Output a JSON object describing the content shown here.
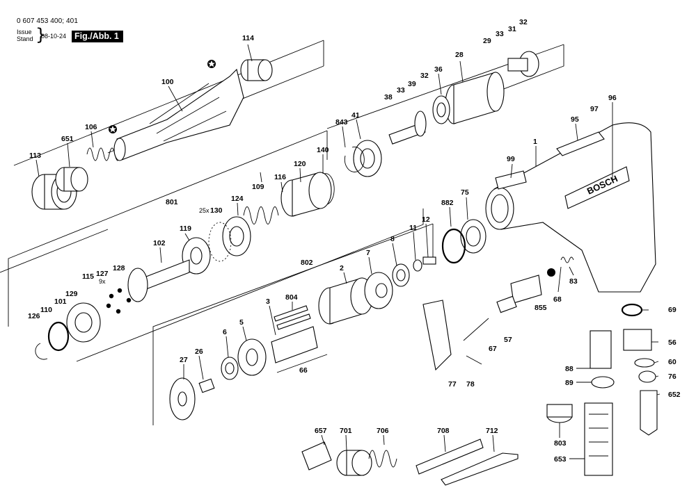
{
  "header": {
    "part_number": "0 607 453 400; 401",
    "issue_label": "Issue",
    "stand_label": "Stand",
    "date": "08-10-24",
    "figure_label": "Fig./Abb. 1"
  },
  "brand_logo": "BOSCH",
  "quantity_notes": {
    "balls": "25x",
    "rollers": "9x"
  },
  "callouts": [
    "114",
    "100",
    "106",
    "651",
    "113",
    "32",
    "31",
    "33",
    "29",
    "28",
    "36",
    "32",
    "39",
    "33",
    "38",
    "843",
    "41",
    "140",
    "120",
    "116",
    "109",
    "124",
    "130",
    "801",
    "119",
    "102",
    "97",
    "95",
    "96",
    "99",
    "1",
    "882",
    "75",
    "12",
    "11",
    "8",
    "7",
    "802",
    "2",
    "804",
    "3",
    "5",
    "6",
    "66",
    "26",
    "27",
    "115",
    "127",
    "128",
    "129",
    "101",
    "126",
    "110",
    "69",
    "56",
    "60",
    "76",
    "652",
    "88",
    "89",
    "803",
    "653",
    "68",
    "83",
    "855",
    "57",
    "67",
    "77",
    "78",
    "657",
    "701",
    "706",
    "708",
    "712"
  ],
  "icons": [
    "star-marker-icon",
    "dot-marker-icon"
  ]
}
